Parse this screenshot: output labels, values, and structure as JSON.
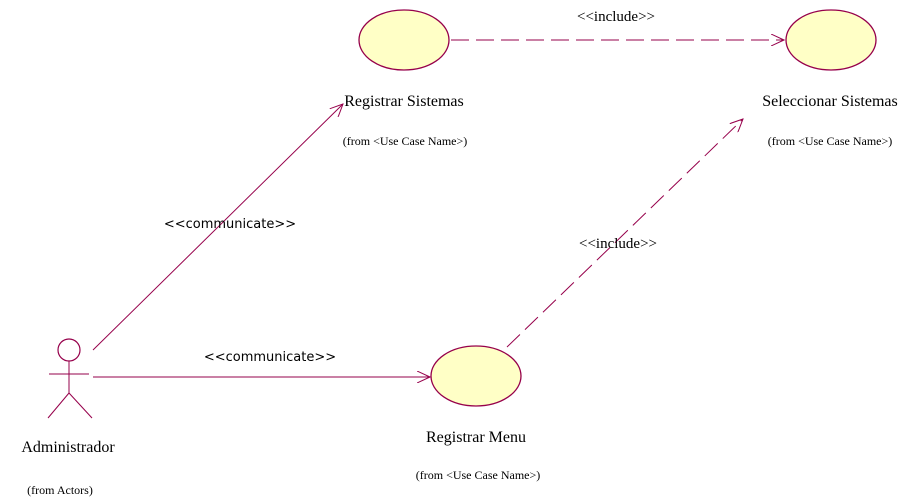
{
  "actor": {
    "name": "Administrador",
    "from": "(from Actors)"
  },
  "use_cases": {
    "registrar_sistemas": {
      "name": "Registrar Sistemas",
      "from": "(from <Use Case Name>)"
    },
    "seleccionar_sistemas": {
      "name": "Seleccionar Sistemas",
      "from": "(from <Use Case Name>)"
    },
    "registrar_menu": {
      "name": "Registrar Menu",
      "from": "(from <Use Case Name>)"
    }
  },
  "relations": {
    "communicate_1": "<<communicate>>",
    "communicate_2": "<<communicate>>",
    "include_1": "<<include>>",
    "include_2": "<<include>>"
  },
  "colors": {
    "line": "#96004b",
    "use_case_fill": "#ffffc6"
  }
}
